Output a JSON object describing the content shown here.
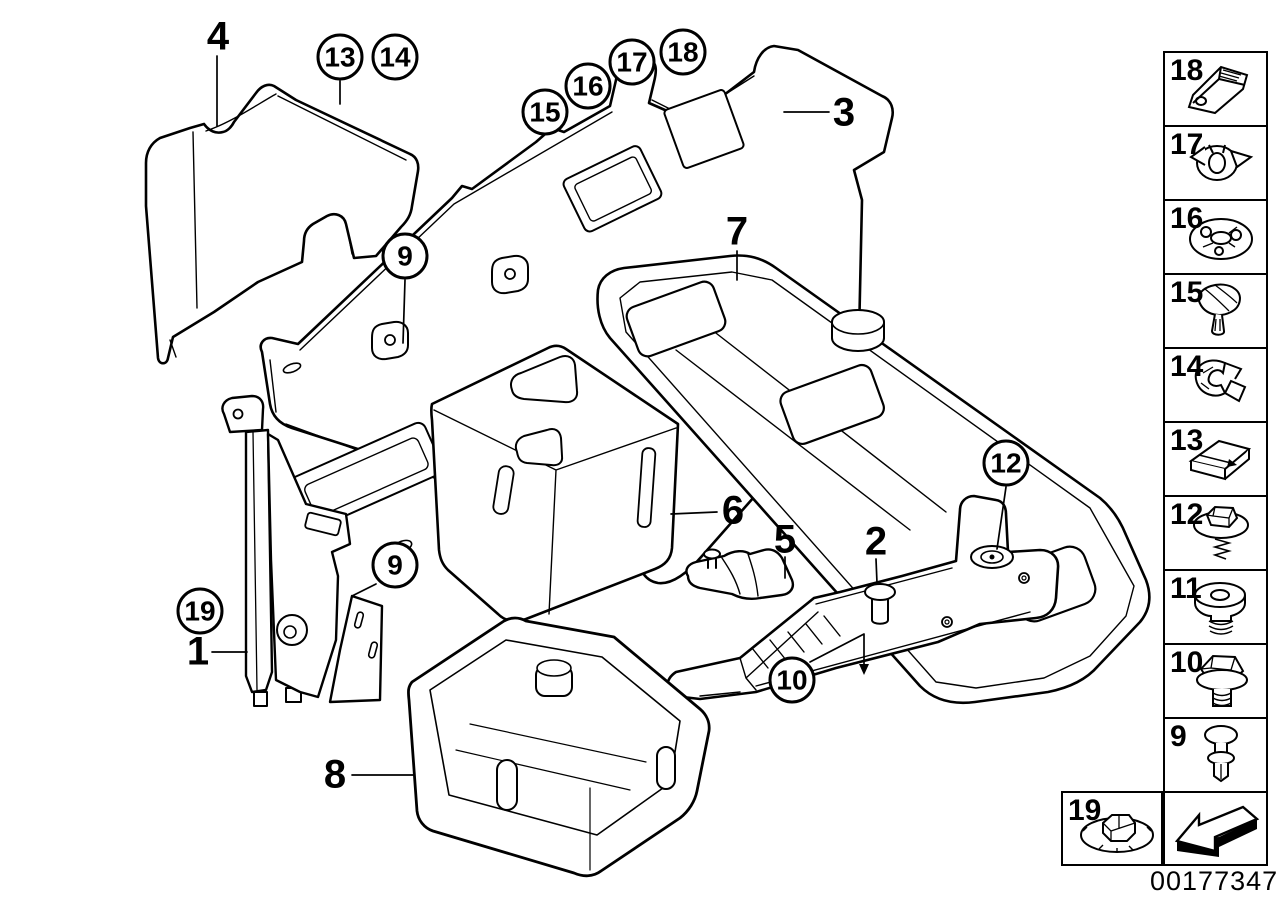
{
  "colors": {
    "line": "#000000",
    "background": "#ffffff"
  },
  "callouts": {
    "1": "1",
    "2": "2",
    "3": "3",
    "4": "4",
    "5": "5",
    "6": "6",
    "7": "7",
    "8": "8",
    "9": "9",
    "10": "10",
    "12": "12",
    "13": "13",
    "14": "14",
    "15": "15",
    "16": "16",
    "17": "17",
    "18": "18",
    "19": "19"
  },
  "sidebar": {
    "items": [
      {
        "number": "18",
        "icon": "edge-protector-clip-icon"
      },
      {
        "number": "17",
        "icon": "cage-clip-icon"
      },
      {
        "number": "16",
        "icon": "round-grommet-icon"
      },
      {
        "number": "15",
        "icon": "push-pin-clip-icon"
      },
      {
        "number": "14",
        "icon": "spring-clip-icon"
      },
      {
        "number": "13",
        "icon": "slide-on-clip-icon"
      },
      {
        "number": "12",
        "icon": "screw-with-washer-icon"
      },
      {
        "number": "11",
        "icon": "blind-plug-icon"
      },
      {
        "number": "10",
        "icon": "hex-flange-bolt-icon"
      },
      {
        "number": "9",
        "icon": "expansion-rivet-icon"
      }
    ],
    "direction_icon": "direction-arrow-icon"
  },
  "footer": {
    "extra_item": {
      "number": "19",
      "icon": "flange-nut-icon"
    },
    "image_id": "00177347"
  }
}
